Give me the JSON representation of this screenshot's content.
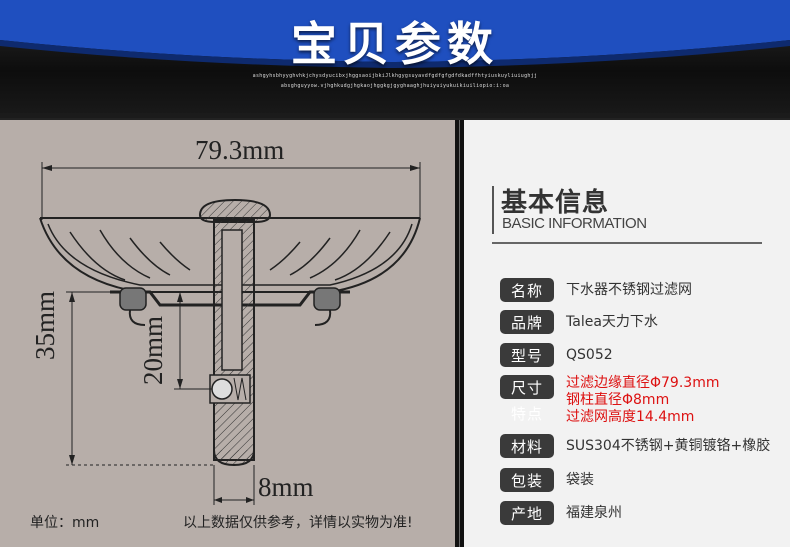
{
  "header": {
    "title": "宝贝参数",
    "tagline1": "ashgyhsbhyyghvhkjchysdyucibxjhggsaoijbkiJlkhgygsuyavdfgdfgfgdfdkadffhtyiuskuyliuiughjj",
    "tagline2": "absghguyyow.vjhghkudgjhgkaojhggkgjgyghaaghjhuiyuiyukuikiuiliopio:i:oa"
  },
  "drawing": {
    "width_dim": "79.3mm",
    "height_dim": "35mm",
    "pin_dim": "20mm",
    "rod_dim": "8mm",
    "unit": "单位：mm",
    "note": "以上数据仅供参考，详情以实物为准!"
  },
  "info": {
    "title": "基本信息",
    "subtitle": "BASIC INFORMATION",
    "rows": [
      {
        "label": "名称",
        "value": "下水器不锈钢过滤网"
      },
      {
        "label": "品牌",
        "value": "Talea天力下水"
      },
      {
        "label": "型号",
        "value": "QS052"
      },
      {
        "label": "尺寸",
        "label2": "特点",
        "lines": [
          "过滤边缘直径Φ79.3mm",
          "钢柱直径Φ8mm",
          "过滤网高度14.4mm"
        ]
      },
      {
        "label": "材料",
        "value": "SUS304不锈钢+黄铜镀铬+橡胶"
      },
      {
        "label": "包装",
        "value": "袋装"
      },
      {
        "label": "产地",
        "value": "福建泉州"
      }
    ]
  },
  "colors": {
    "accent_blue": "#1f4fbf",
    "badge": "#3a3a3a",
    "highlight_red": "#dd1111"
  }
}
